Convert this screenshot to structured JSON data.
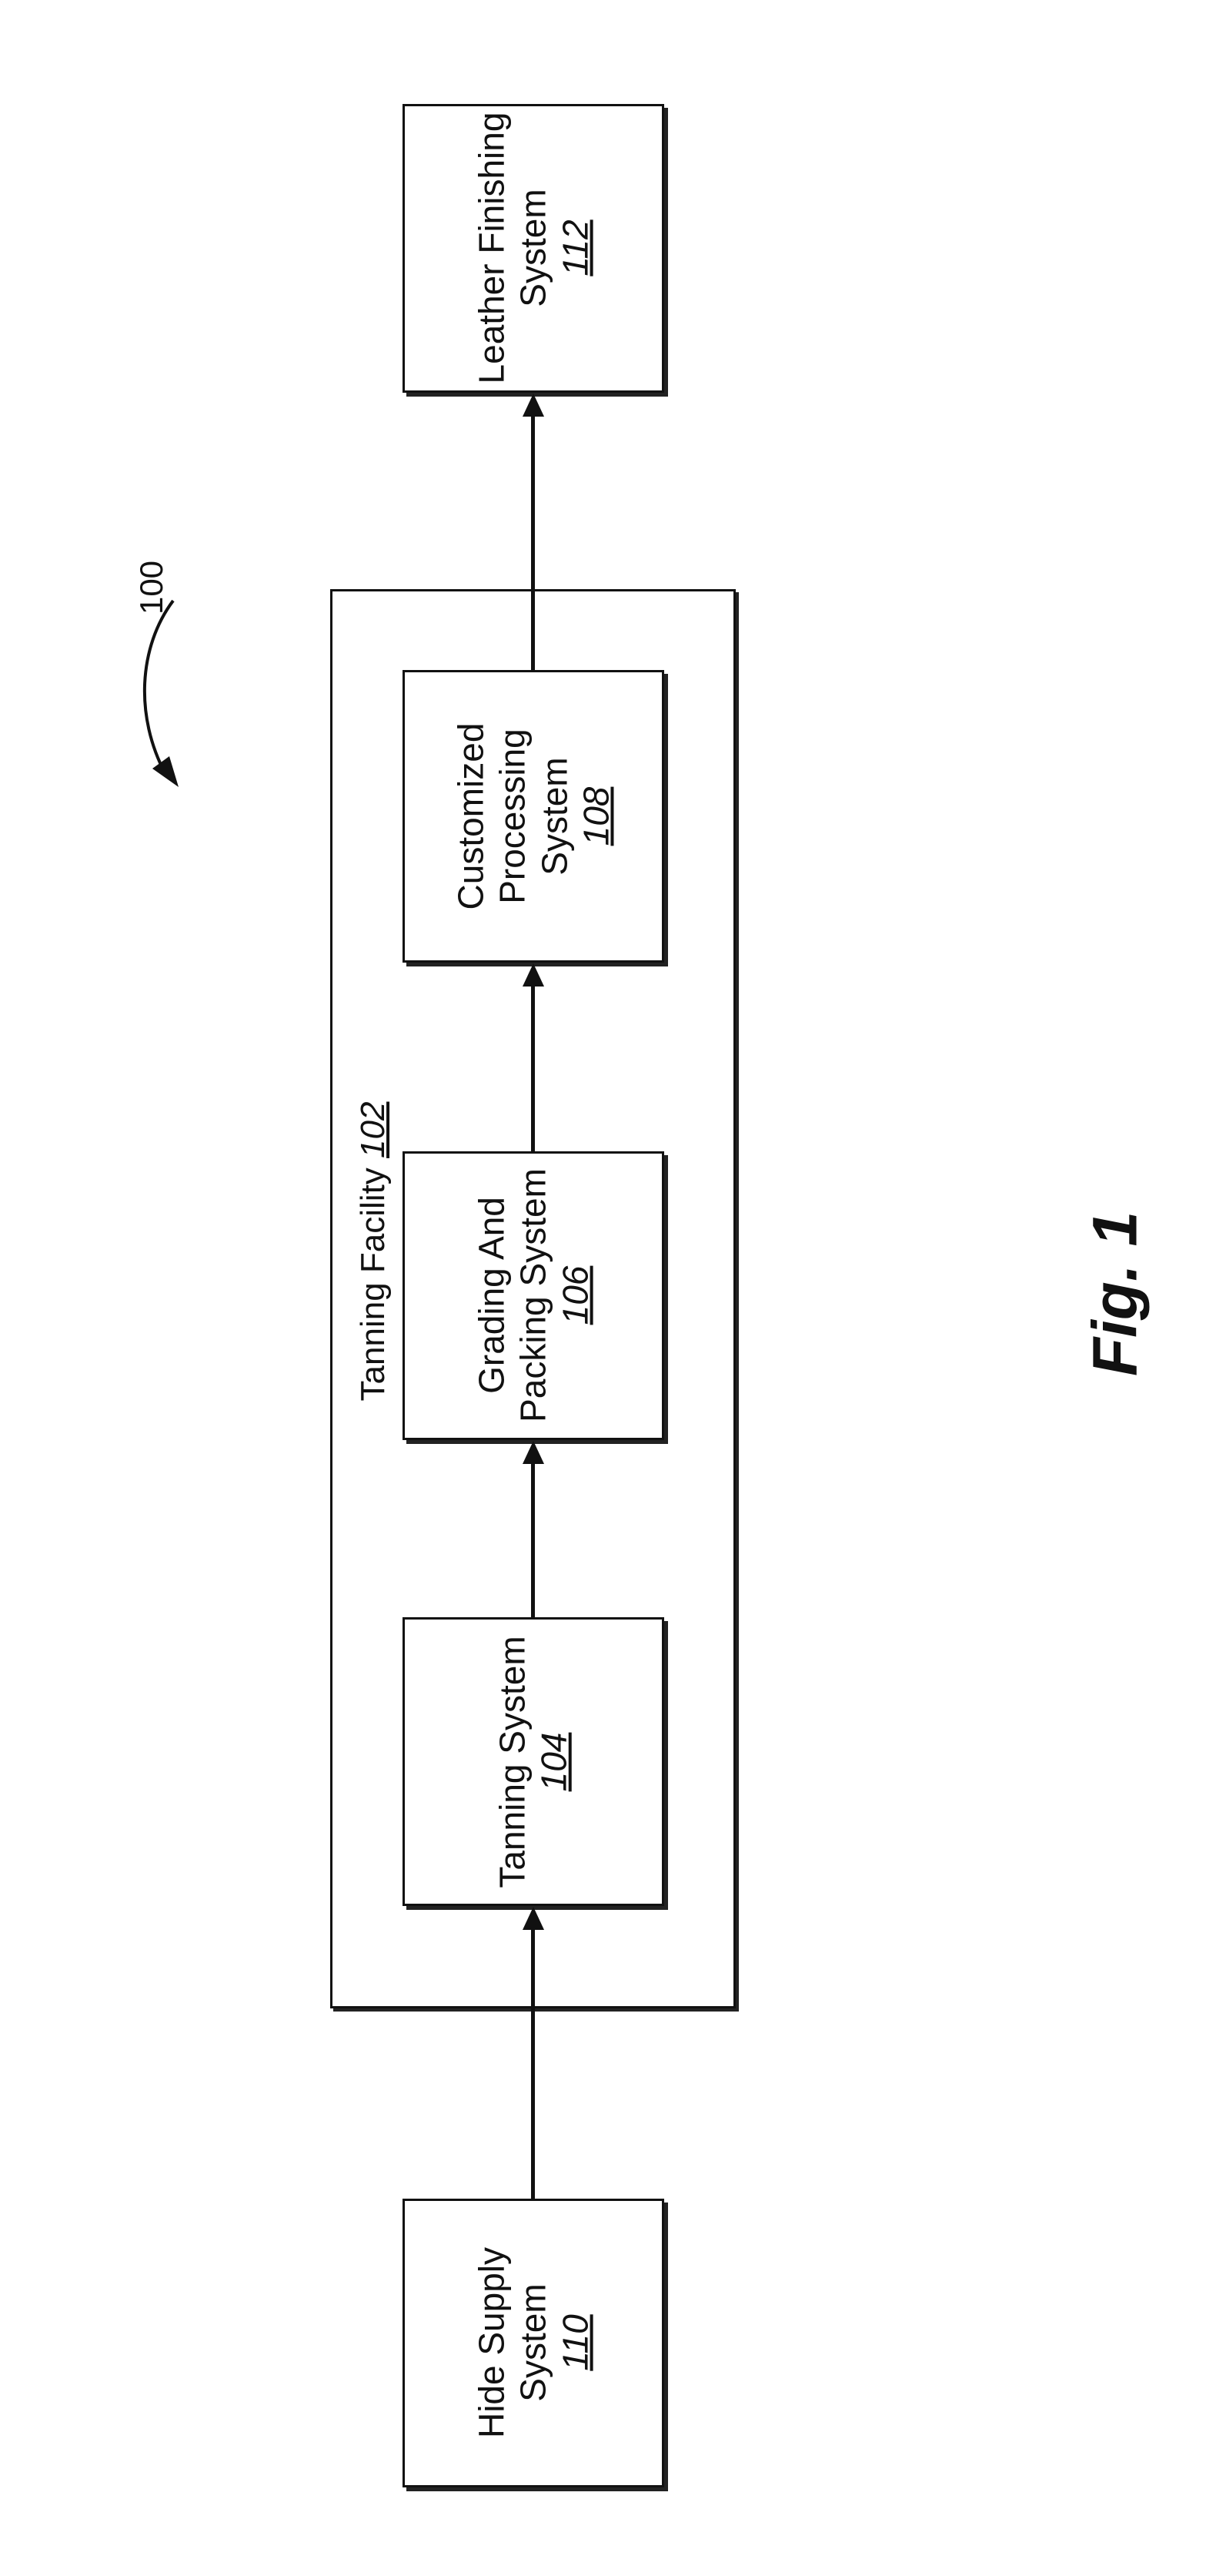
{
  "figure_ref": "100",
  "caption": "Fig. 1",
  "container": {
    "label": "Tanning Facility",
    "number": "102"
  },
  "boxes": {
    "hide_supply": {
      "line1": "Hide Supply",
      "line2": "System",
      "number": "110"
    },
    "tanning": {
      "line1": "Tanning System",
      "number": "104"
    },
    "grading": {
      "line1": "Grading And",
      "line2": "Packing System",
      "number": "106"
    },
    "customized": {
      "line1": "Customized",
      "line2": "Processing",
      "line3": "System",
      "number": "108"
    },
    "leather": {
      "line1": "Leather Finishing",
      "line2": "System",
      "number": "112"
    }
  }
}
